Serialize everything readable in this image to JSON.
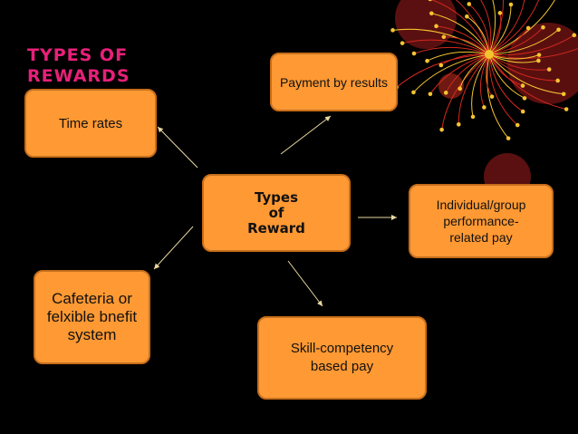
{
  "title": {
    "line1": "TYPES OF",
    "line2": "REWARDS"
  },
  "colors": {
    "background": "#000000",
    "title": "#e8207a",
    "box_fill": "#ff9933",
    "box_border": "#cc6a10",
    "connector": "#e8d8a0"
  },
  "center": {
    "label": "Types\nof\nReward"
  },
  "nodes": {
    "time_rates": "Time rates",
    "payment_by_results": "Payment by results",
    "performance_pay": "Individual/group\nperformance-\nrelated pay",
    "cafeteria": "Cafeteria or\nfelxible bnefit\nsystem",
    "skill_competency": "Skill-competency\nbased pay"
  }
}
